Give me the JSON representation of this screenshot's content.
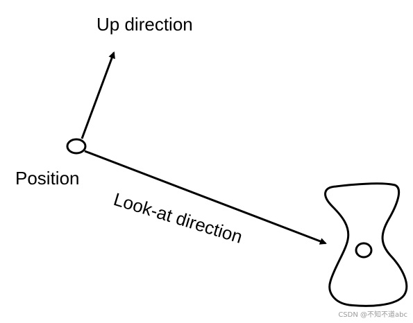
{
  "labels": {
    "up_direction": "Up direction",
    "position": "Position",
    "look_at_direction": "Look-at direction"
  },
  "watermark": "CSDN @不知不道abc",
  "colors": {
    "stroke": "#000000",
    "background": "#ffffff"
  }
}
